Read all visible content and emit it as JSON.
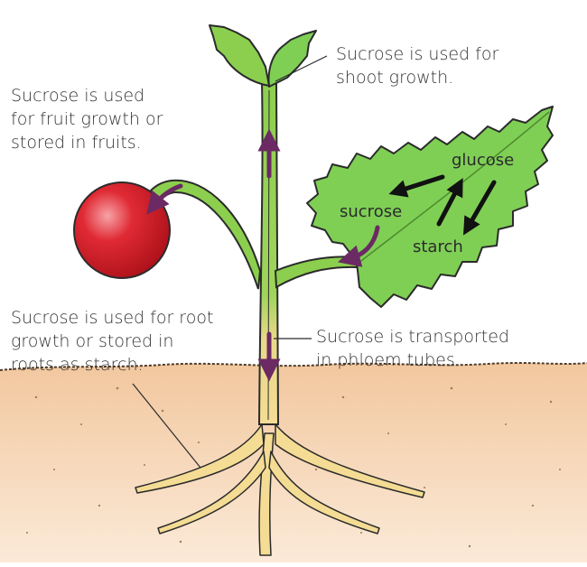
{
  "labels": {
    "shoot": [
      "Sucrose is used for",
      "shoot growth."
    ],
    "fruit": [
      "Sucrose is used",
      "for fruit growth or",
      "stored in fruits."
    ],
    "root": [
      "Sucrose is used for root",
      "growth or stored in",
      "roots as starch."
    ],
    "phloem": [
      "Sucrose is transported",
      "in phloem tubes."
    ]
  },
  "leaf_labels": {
    "glucose": "glucose",
    "sucrose": "sucrose",
    "starch": "starch"
  },
  "colors": {
    "stem": "#8ccf4e",
    "leaf": "#7fcf55",
    "soil": "#e8b98c",
    "root": "#f2d98c",
    "fruit": "#d6202a",
    "arrow_purple": "#6b2a63",
    "arrow_black": "#111111"
  }
}
